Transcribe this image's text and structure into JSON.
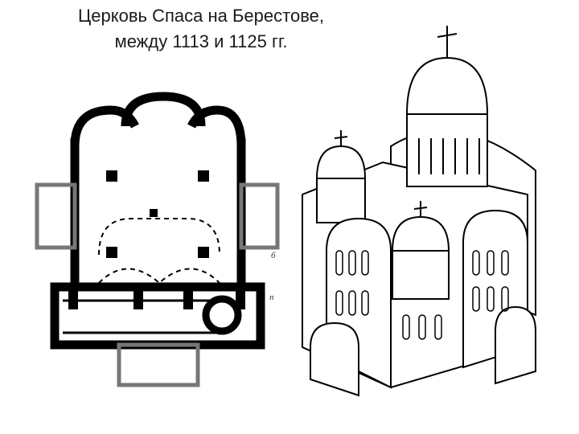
{
  "title": {
    "line1": "Церковь Спаса на Берестове,",
    "line2": "между 1113 и 1125 гг."
  },
  "plan_labels": {
    "mark_top": "б",
    "mark_bottom": "п"
  }
}
